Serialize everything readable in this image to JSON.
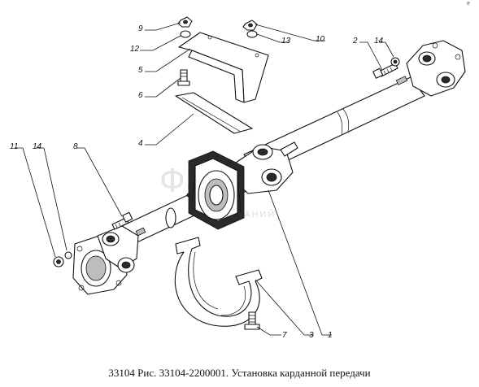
{
  "caption": "33104 Рис. 33104-2200001. Установка карданной передачи",
  "watermark": {
    "brand": "Фаагро",
    "sub": "ГРУППА КОМПАНИЙ"
  },
  "corner_mark": "e",
  "callouts": {
    "c1": "1",
    "c2": "2",
    "c3": "3",
    "c4": "4",
    "c5": "5",
    "c6": "6",
    "c7": "7",
    "c8": "8",
    "c9": "9",
    "c10": "10",
    "c11": "11",
    "c12": "12",
    "c13": "13",
    "c14a": "14",
    "c14b": "14"
  }
}
